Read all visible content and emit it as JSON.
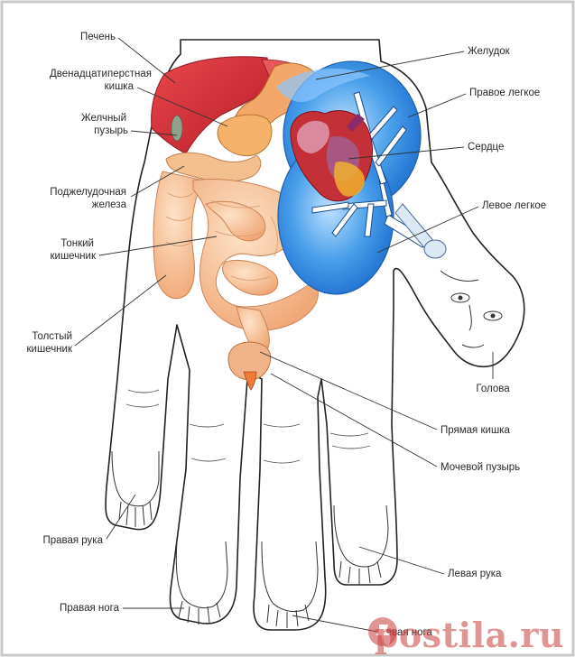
{
  "labels": {
    "liver": "Печень",
    "duodenum_1": "Двенадцатиперстная",
    "duodenum_2": "кишка",
    "gallbladder_1": "Желчный",
    "gallbladder_2": "пузырь",
    "pancreas_1": "Поджелудочная",
    "pancreas_2": "железа",
    "small_int_1": "Тонкий",
    "small_int_2": "кишечник",
    "large_int_1": "Толстый",
    "large_int_2": "кишечник",
    "right_arm": "Правая рука",
    "right_leg": "Правая нога",
    "stomach": "Желудок",
    "right_lung": "Правое легкое",
    "heart": "Сердце",
    "left_lung": "Левое легкое",
    "head": "Голова",
    "rectum": "Прямая кишка",
    "bladder": "Мочевой пузырь",
    "left_arm": "Левая рука",
    "left_leg": "Левая нога"
  },
  "watermark": "postila.ru",
  "colors": {
    "liver": "#d8323a",
    "lungs": "#2f8fe0",
    "intestine": "#f6c49a",
    "heart": "#c43038",
    "watermark": "#c84040"
  },
  "icons": {
    "watermark_icon": "pin-icon"
  }
}
